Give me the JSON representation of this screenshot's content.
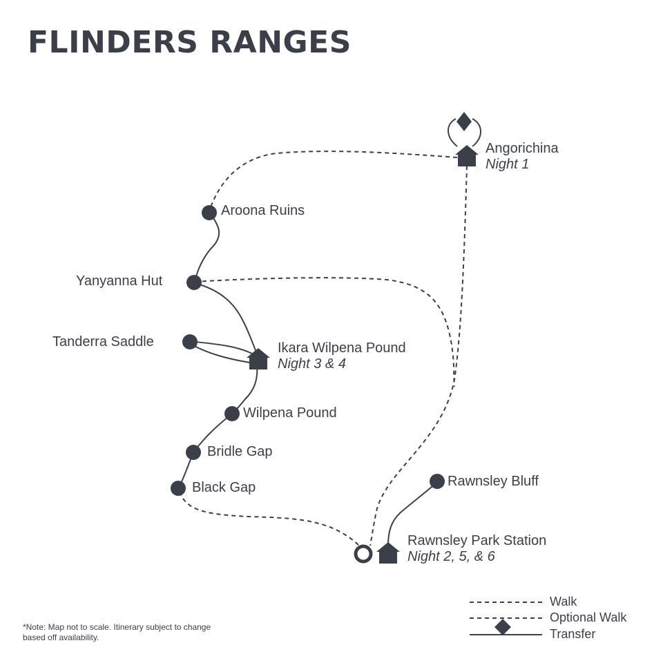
{
  "title": "FLINDERS RANGES",
  "colors": {
    "ink": "#3b3f4a",
    "background": "#ffffff"
  },
  "places": {
    "angorichina": {
      "name": "Angorichina",
      "night": "Night 1",
      "icon": "house-icon"
    },
    "aroona_ruins": {
      "name": "Aroona Ruins",
      "icon": "dot-icon"
    },
    "yanyanna_hut": {
      "name": "Yanyanna Hut",
      "icon": "dot-icon"
    },
    "tanderra_saddle": {
      "name": "Tanderra Saddle",
      "icon": "dot-icon"
    },
    "ikara_wilpena": {
      "name": "Ikara Wilpena Pound",
      "night": "Night 3 & 4",
      "icon": "house-icon"
    },
    "wilpena_pound": {
      "name": "Wilpena Pound",
      "icon": "dot-icon"
    },
    "bridle_gap": {
      "name": "Bridle Gap",
      "icon": "dot-icon"
    },
    "black_gap": {
      "name": "Black Gap",
      "icon": "dot-icon"
    },
    "rawnsley_bluff": {
      "name": "Rawnsley Bluff",
      "icon": "dot-icon"
    },
    "rawnsley_park": {
      "name": "Rawnsley Park Station",
      "night": "Night 2, 5, & 6",
      "icon": "house-icon"
    }
  },
  "legend": {
    "walk": "Walk",
    "optional_walk": "Optional Walk",
    "transfer": "Transfer"
  },
  "note": "*Note: Map not to scale. Itinerary subject to change based off availability."
}
